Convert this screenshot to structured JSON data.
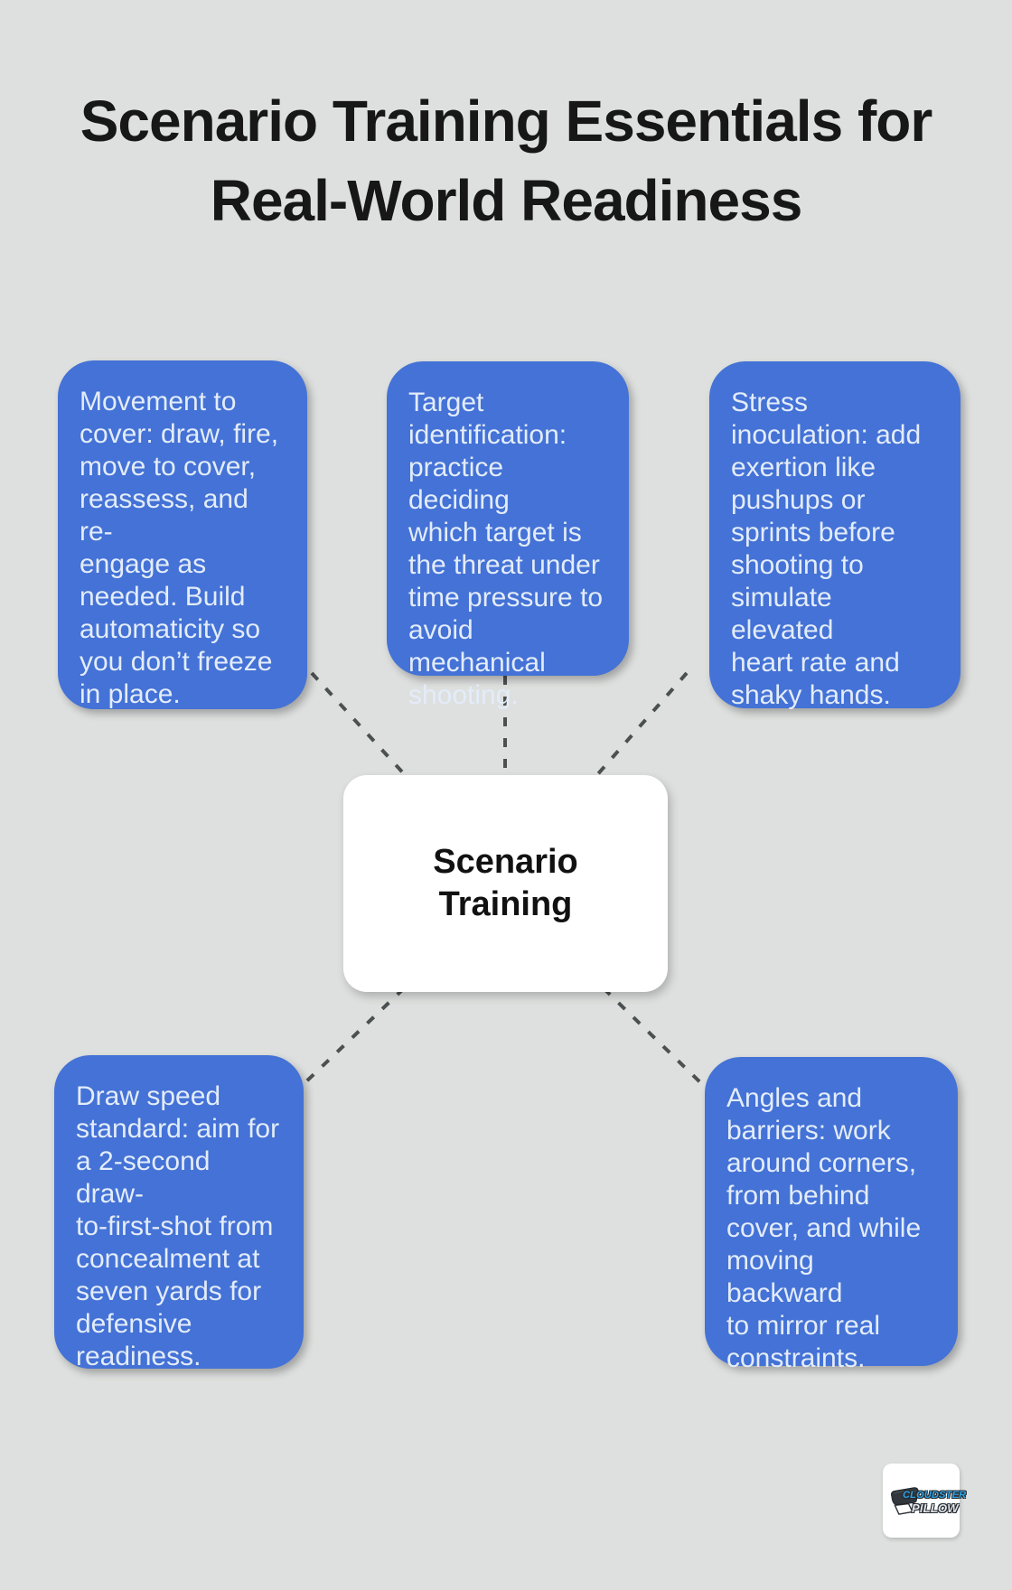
{
  "title": {
    "line1": "Scenario Training Essentials for",
    "line2": "Real-World Readiness"
  },
  "center": {
    "label": "Scenario\nTraining"
  },
  "nodes": [
    {
      "id": "movement-to-cover",
      "text": "Movement to\ncover: draw, fire,\nmove to cover,\nreassess, and re-\nengage as\nneeded. Build\nautomaticity so\nyou don’t freeze\nin place."
    },
    {
      "id": "target-identification",
      "text": "Target\nidentification:\npractice deciding\nwhich target is\nthe threat under\ntime pressure to\navoid mechanical\nshooting."
    },
    {
      "id": "stress-inoculation",
      "text": "Stress\ninoculation: add\nexertion like\npushups or\nsprints before\nshooting to\nsimulate elevated\nheart rate and\nshaky hands."
    },
    {
      "id": "draw-speed-standard",
      "text": "Draw speed\nstandard: aim for\na 2-second draw-\nto-first-shot from\nconcealment at\nseven yards for\ndefensive\nreadiness."
    },
    {
      "id": "angles-and-barriers",
      "text": "Angles and\nbarriers: work\naround corners,\nfrom behind\ncover, and while\nmoving backward\nto mirror real\nconstraints."
    }
  ],
  "logo": {
    "line1": "CLOUDSTER",
    "line2": "PILLOW"
  },
  "colors": {
    "background": "#dee0df",
    "node_blue": "#4472d6",
    "node_text": "#e3ecf9",
    "title_text": "#171717",
    "connector_gray": "#4b5050",
    "center_bg": "#ffffff",
    "center_text": "#111111",
    "logo_blue": "#2ea3e8"
  }
}
